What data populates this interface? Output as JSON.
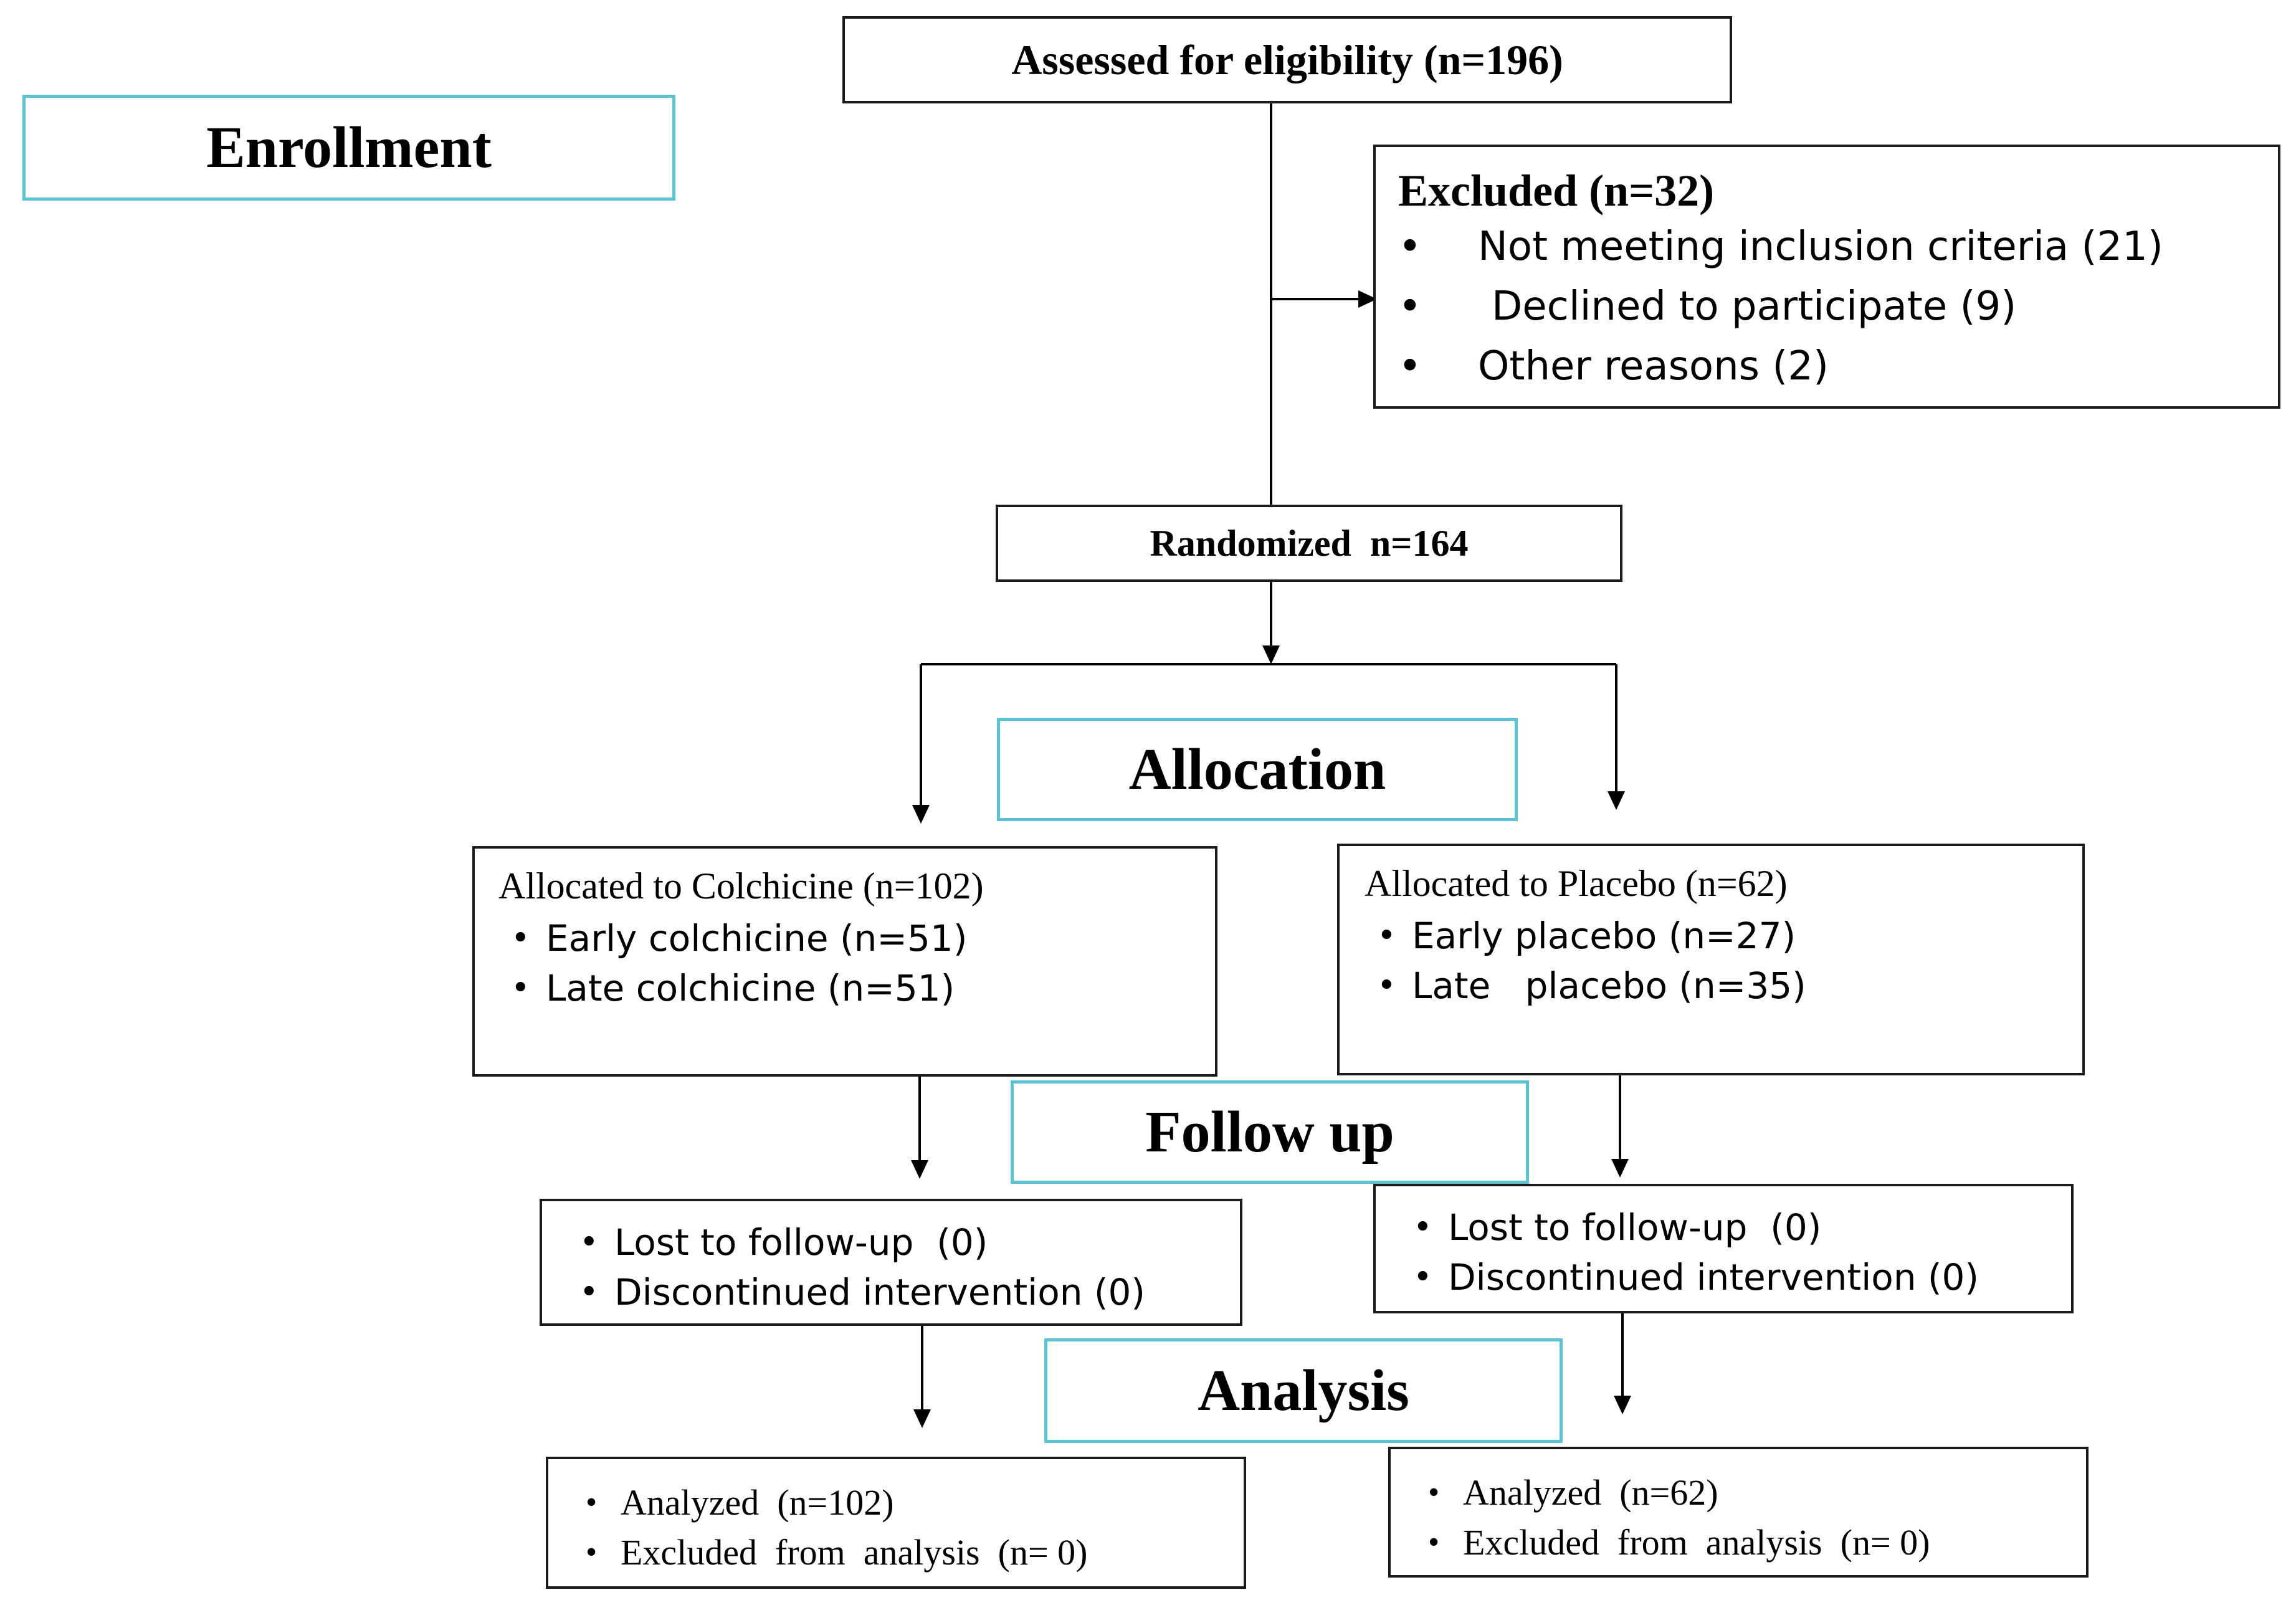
{
  "stages": {
    "enrollment": "Enrollment",
    "allocation": "Allocation",
    "follow_up": "Follow up",
    "analysis": "Analysis"
  },
  "assessed": "Assessed for eligibility (n=196)",
  "excluded": {
    "title": "Excluded (n=32)",
    "items": [
      "Not meeting inclusion criteria (21)",
      "Declined to participate (9)",
      "Other reasons (2)"
    ]
  },
  "randomized": "Randomized  n=164",
  "colchicine": {
    "allocated": "Allocated to Colchicine (n=102)",
    "items": [
      "Early colchicine (n=51)",
      "Late colchicine (n=51)"
    ],
    "follow_up": [
      "Lost to follow-up  (0)",
      "Discontinued intervention (0)"
    ],
    "analysis": [
      "Analyzed  (n=102)",
      "Excluded  from  analysis  (n= 0)"
    ]
  },
  "placebo": {
    "allocated": "Allocated to Placebo (n=62)",
    "items": [
      "Early placebo  (n=27)",
      "Late   placebo (n=35)"
    ],
    "follow_up": [
      "Lost to follow-up  (0)",
      "Discontinued intervention (0)"
    ],
    "analysis": [
      "Analyzed  (n=62)",
      "Excluded  from  analysis  (n= 0)"
    ]
  }
}
